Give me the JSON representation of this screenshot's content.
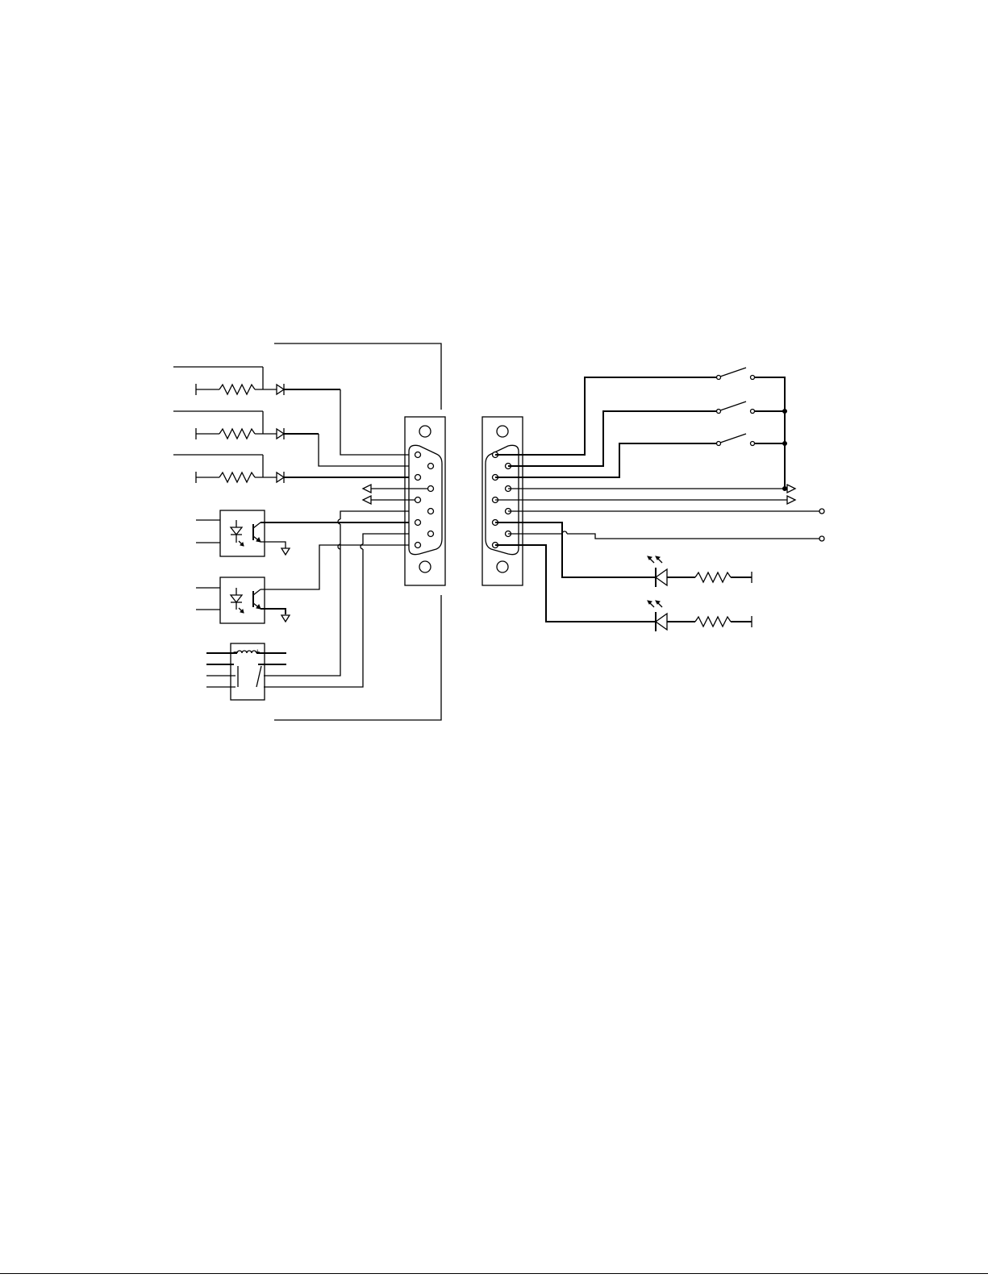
{
  "diagram": {
    "relay_symbols": {
      "minus": "−",
      "plus": "+"
    },
    "colors": {
      "line": "#000000",
      "background": "#ffffff"
    },
    "components": {
      "left_connector": "db9-connector-female",
      "right_connector": "db9-connector-male",
      "input_circuits": [
        "resistor",
        "diode"
      ],
      "optocouplers": 2,
      "relay": 1,
      "switches": 3,
      "leds": 2
    }
  }
}
